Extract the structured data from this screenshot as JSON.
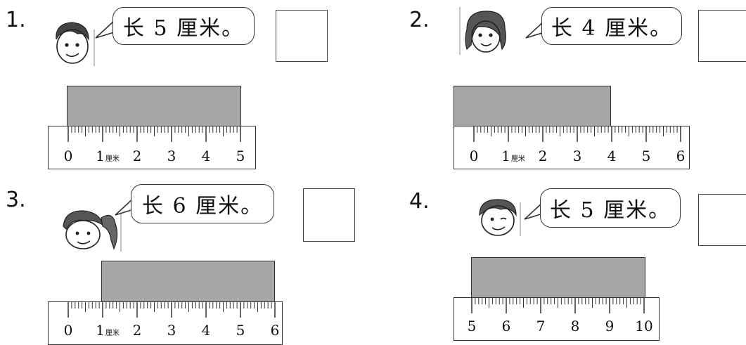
{
  "problems": [
    {
      "number": "1.",
      "speech": "长 5 厘米。",
      "ruler": {
        "labels": [
          "0",
          "1",
          "2",
          "3",
          "4",
          "5"
        ],
        "unit": "厘米"
      }
    },
    {
      "number": "2.",
      "speech": "长 4 厘米。",
      "ruler": {
        "labels": [
          "0",
          "1",
          "2",
          "3",
          "4",
          "5",
          "6"
        ],
        "unit": "厘米"
      }
    },
    {
      "number": "3.",
      "speech": "长 6 厘米。",
      "ruler": {
        "labels": [
          "0",
          "1",
          "2",
          "3",
          "4",
          "5",
          "6"
        ],
        "unit": "厘米"
      }
    },
    {
      "number": "4.",
      "speech": "长 5 厘米。",
      "ruler": {
        "labels": [
          "5",
          "6",
          "7",
          "8",
          "9",
          "10"
        ],
        "unit": ""
      }
    }
  ],
  "colors": {
    "bar_fill": "#a6a6a6",
    "line": "#333333"
  },
  "icons": [
    "boy-face-icon",
    "girl-face-icon",
    "girl-ponytail-face-icon",
    "child-face-icon"
  ]
}
